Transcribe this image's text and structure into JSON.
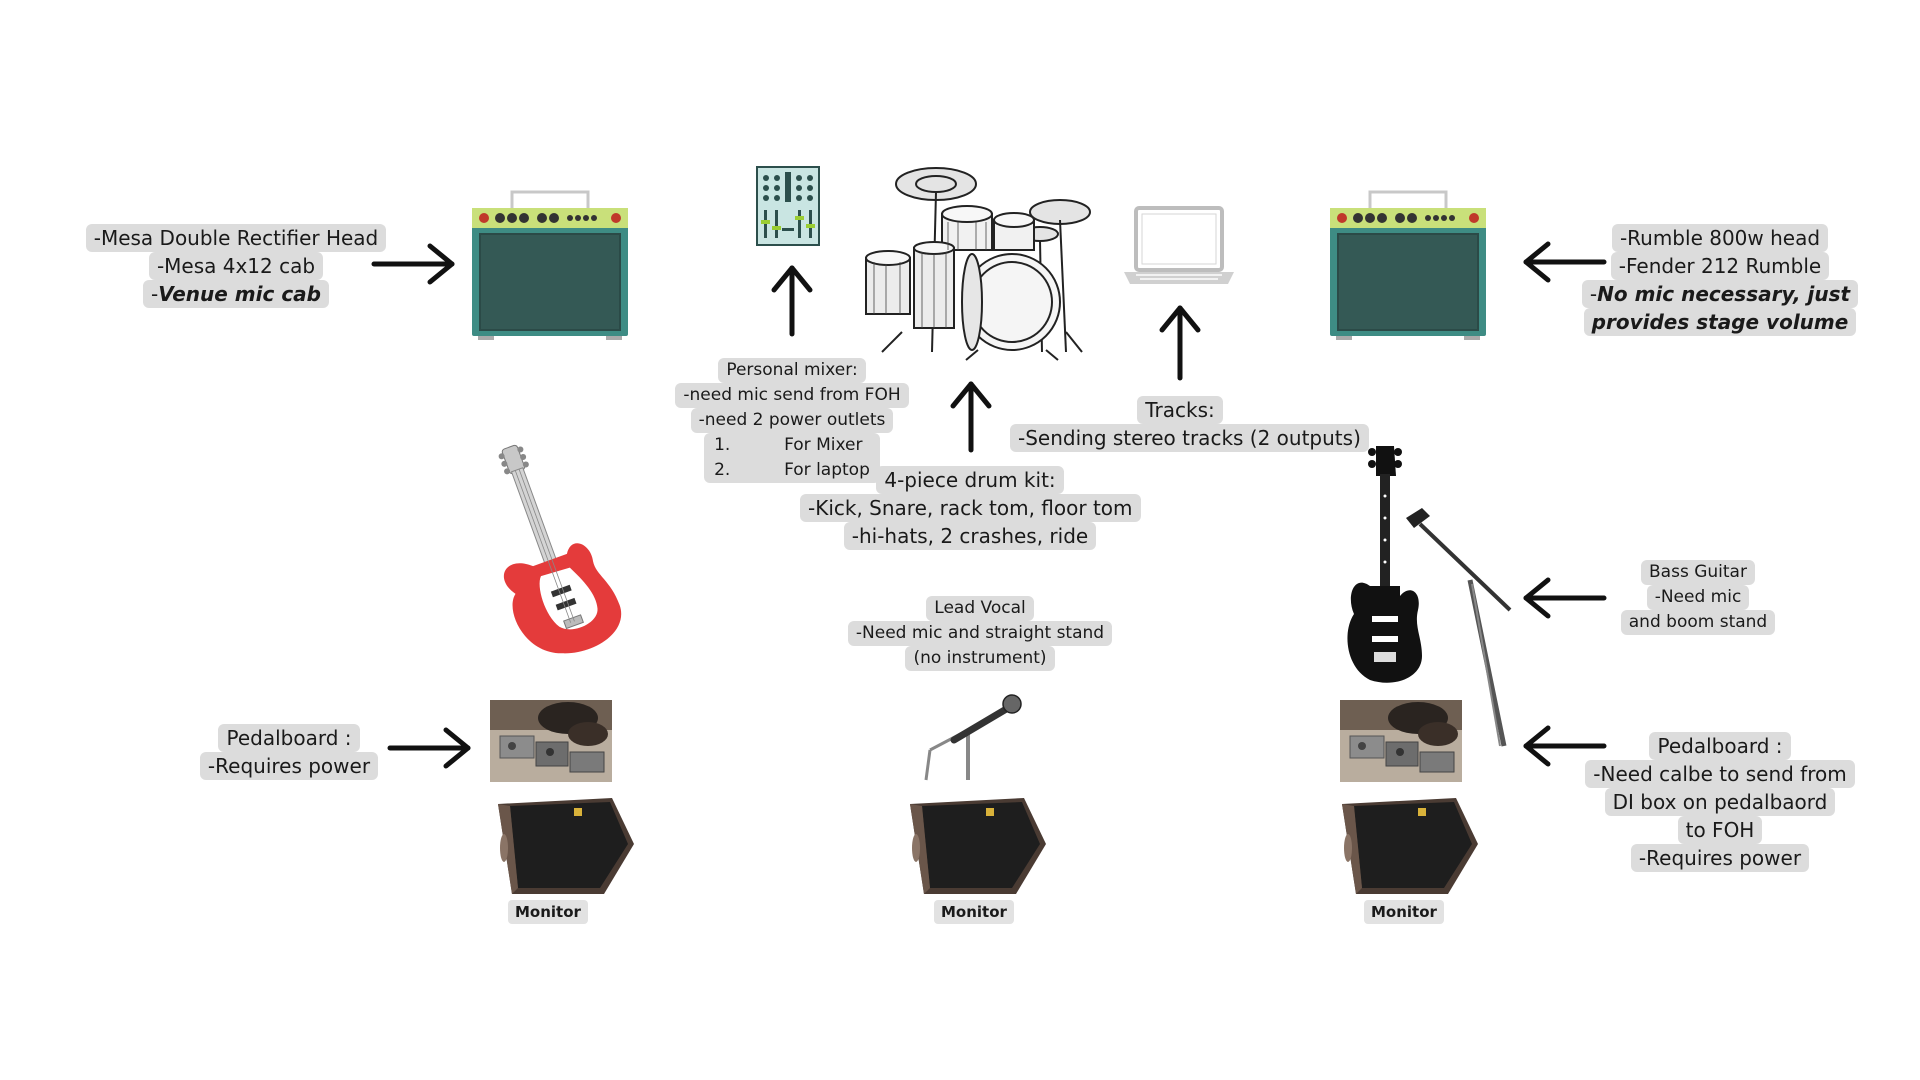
{
  "guitar_amp": {
    "lines": [
      "-Mesa Double Rectifier Head",
      "-Mesa 4x12 cab",
      "-",
      "Venue mic cab"
    ]
  },
  "bass_amp": {
    "lines": [
      "-Rumble 800w head",
      "-Fender 212 Rumble",
      "-",
      "No mic necessary, just",
      "provides stage volume"
    ]
  },
  "personal_mixer": {
    "title": "Personal mixer:",
    "lines": [
      "-need mic send from FOH",
      "-need 2 power outlets"
    ],
    "list": [
      {
        "num": "1.",
        "text": "For Mixer"
      },
      {
        "num": "2.",
        "text": "For laptop"
      }
    ]
  },
  "tracks": {
    "lines": [
      "Tracks:",
      "-Sending stereo tracks (2 outputs)"
    ]
  },
  "drum_kit": {
    "lines": [
      "4-piece drum kit:",
      "-Kick, Snare, rack tom, floor tom",
      "-hi-hats, 2 crashes, ride"
    ]
  },
  "lead_vocal": {
    "lines": [
      "Lead Vocal",
      "-Need mic and straight stand",
      "(no instrument)"
    ]
  },
  "bass_guitar": {
    "lines": [
      "Bass Guitar",
      "-Need mic",
      "and boom stand"
    ]
  },
  "pedalboard_left": {
    "lines": [
      "Pedalboard :",
      "-Requires power"
    ]
  },
  "pedalboard_right": {
    "lines": [
      "Pedalboard :",
      "-Need calbe to send from",
      "DI box on pedalbaord",
      "to FOH",
      "-Requires power"
    ]
  },
  "monitors": {
    "left": "Monitor",
    "center": "Monitor",
    "right": "Monitor"
  },
  "icons": [
    "amp-icon",
    "mixer-icon",
    "drum-kit-icon",
    "laptop-icon",
    "electric-guitar-icon",
    "bass-guitar-icon",
    "mic-boom-stand-icon",
    "microphone-icon",
    "pedalboard-photo",
    "monitor-wedge-icon",
    "arrow-icon"
  ],
  "colors": {
    "amp_body": "#3e8c84",
    "amp_panel": "#345955",
    "amp_controls": "#c9e07a",
    "label_bg": "#dcdcdc",
    "guitar_red": "#e43b3b"
  }
}
